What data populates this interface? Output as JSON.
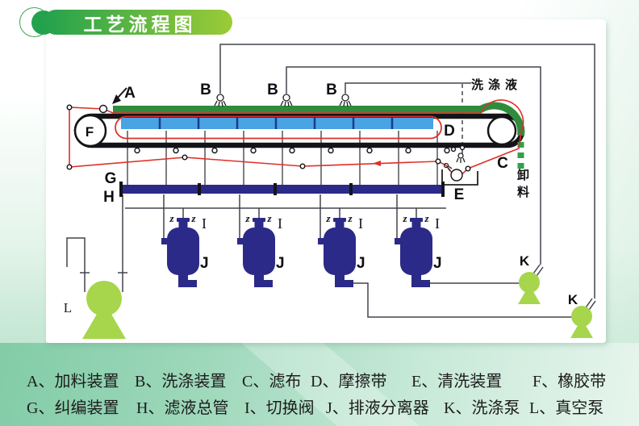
{
  "title": {
    "text": "工艺流程图"
  },
  "diagram": {
    "labels": {
      "A": "A",
      "B": "B",
      "C": "C",
      "D": "D",
      "E": "E",
      "F": "F",
      "G": "G",
      "H": "H",
      "J": "J",
      "K": "K",
      "L": "L",
      "wash_liquid": "洗涤液",
      "discharge": "卸料",
      "valve_z": "z",
      "valve_switch": "I"
    }
  },
  "legend": {
    "row1": [
      "A、加料装置",
      "B、洗涤装置",
      "C、滤布",
      "D、摩擦带",
      "E、清洗装置",
      "F、橡胶带"
    ],
    "row2": [
      "G、纠编装置",
      "H、滤液总管",
      "I、切换阀",
      "J、排液分离器",
      "K、洗涤泵",
      "L、真空泵"
    ]
  },
  "colors": {
    "banner_left": "#23a24d",
    "banner_right": "#9ccb36",
    "ink": "#141418",
    "pipe": "#43434d",
    "navy": "#2b2a88",
    "cake": "#4aa3e2",
    "cake_divider": "#1a3b8f",
    "strip": "#2f8c3c",
    "dash_green": "#33a04a",
    "cloth": "#e03029",
    "pump": "#a7d64d"
  }
}
